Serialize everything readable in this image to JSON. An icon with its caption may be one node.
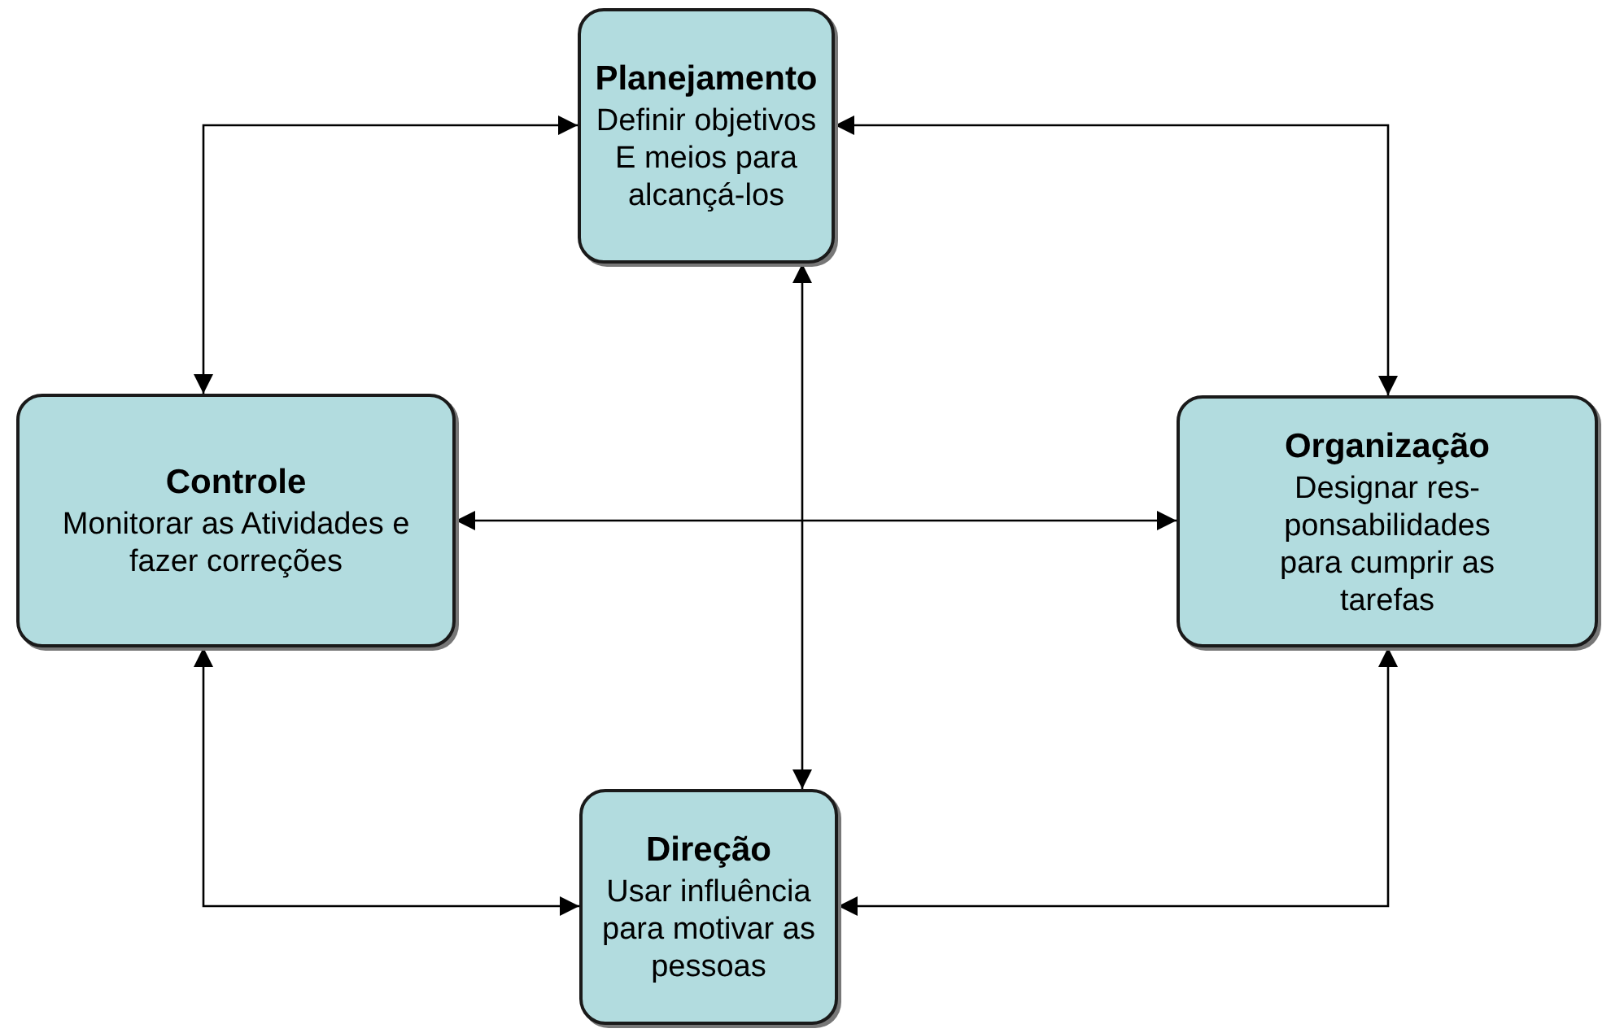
{
  "diagram": {
    "nodes": [
      {
        "text": [
          "Planejamento",
          "Definir objetivos E meios para alcançá-los"
        ]
      },
      {
        "text": [
          "Controle",
          "Monitorar as Atividades e fazer correções"
        ]
      },
      {
        "text": [
          "Organização",
          "Designar res- ponsabilidades para cumprir as tarefas"
        ]
      },
      {
        "text": [
          "Direção",
          "Usar influência para motivar as pessoas"
        ]
      }
    ],
    "edges": [
      {
        "from": 0,
        "to": 1,
        "arrow": "both"
      },
      {
        "from": 0,
        "to": 2,
        "arrow": "both"
      },
      {
        "from": 0,
        "to": 3,
        "arrow": "both"
      },
      {
        "from": 1,
        "to": 2,
        "arrow": "both"
      },
      {
        "from": 1,
        "to": 3,
        "arrow": "both"
      },
      {
        "from": 2,
        "to": 3,
        "arrow": "both"
      }
    ]
  }
}
